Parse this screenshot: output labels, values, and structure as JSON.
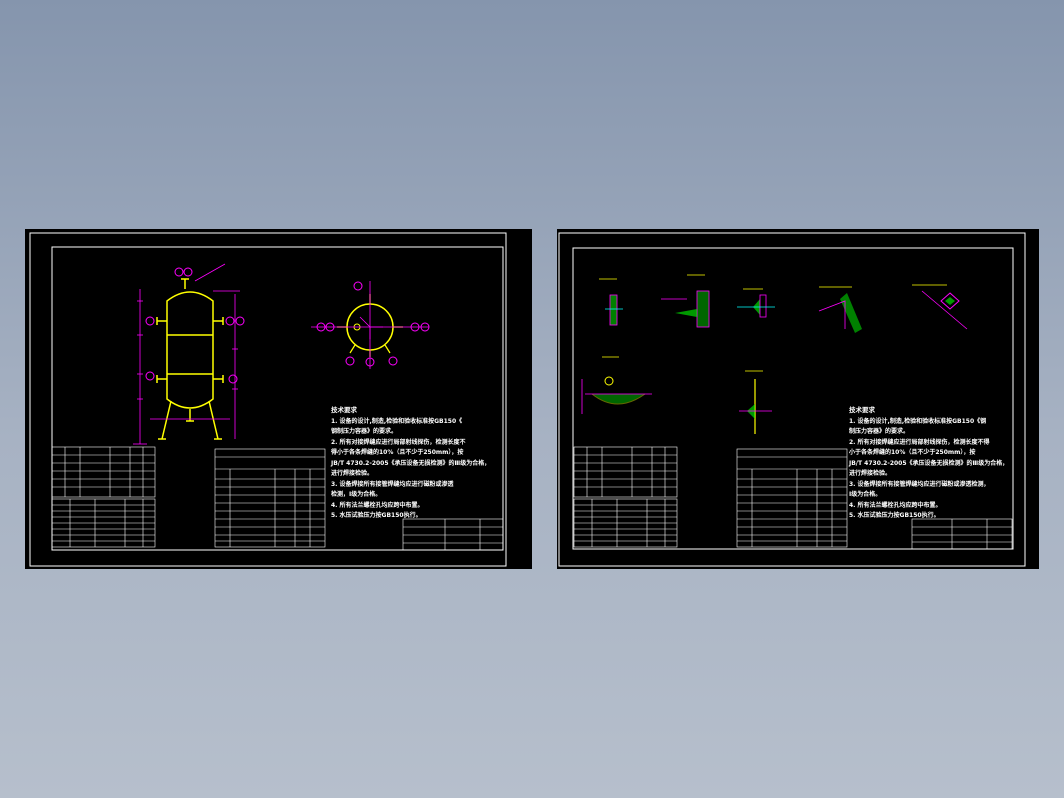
{
  "colors": {
    "background_top": "#8595ad",
    "background_bottom": "#b6bfcc",
    "sheet": "#000000",
    "frame": "#ffffff",
    "vessel": "#ffff00",
    "dimension": "#ff00ff",
    "section": "#00ffff",
    "hatch": "#00ff00"
  },
  "left_sheet": {
    "notes": {
      "title": "技术要求",
      "items": [
        "1.   设备的设计,制造,检验和验收标准按GB150《",
        "      钢制压力容器》的要求。",
        "2.   所有对接焊缝应进行局部射线探伤，检测长度不",
        "      得小于各条焊缝的10%（且不少于250mm），按",
        "      JB/T 4730.2-2005《承压设备无损检测》的Ⅲ级为合格，",
        "      进行焊接检验。",
        "3.   设备焊接所有接管焊缝均应进行磁粉或渗透",
        "      检测，Ⅰ级为合格。",
        "4.   所有法兰螺栓孔均应跨中布置。",
        "5.   水压试验压力按GB150执行。"
      ]
    }
  },
  "right_sheet": {
    "notes": {
      "title": "技术要求",
      "items": [
        "1.   设备的设计,制造,检验和验收标准按GB150《钢",
        "      制压力容器》的要求。",
        "2.   所有对接焊缝应进行局部射线探伤，检测长度不得",
        "      小于各条焊缝的10%（且不少于250mm），按",
        "      JB/T 4730.2-2005《承压设备无损检测》的Ⅲ级为合格，",
        "      进行焊接检验。",
        "3.   设备焊接所有接管焊缝均应进行磁粉或渗透检测，",
        "      Ⅰ级为合格。",
        "4.   所有法兰螺栓孔均应跨中布置。",
        "5.   水压试验压力按GB150执行。"
      ]
    }
  }
}
